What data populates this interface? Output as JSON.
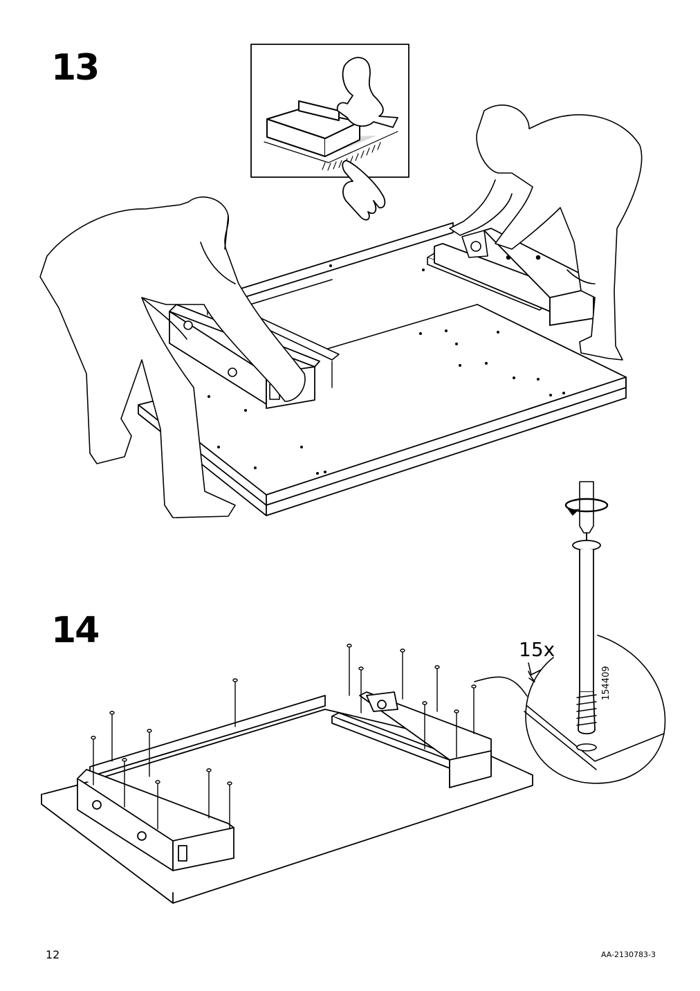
{
  "steps": [
    {
      "number": "13"
    },
    {
      "number": "14"
    }
  ],
  "step14": {
    "quantity_label": "15x",
    "part_number": "154409"
  },
  "footer": {
    "page_number": "12",
    "document_id": "AA-2130783-3"
  },
  "icons": {
    "soft_surface_hint": "pictogram-place-on-soft-surface",
    "screwdriver": "screwdriver-rotate-clockwise-icon"
  }
}
